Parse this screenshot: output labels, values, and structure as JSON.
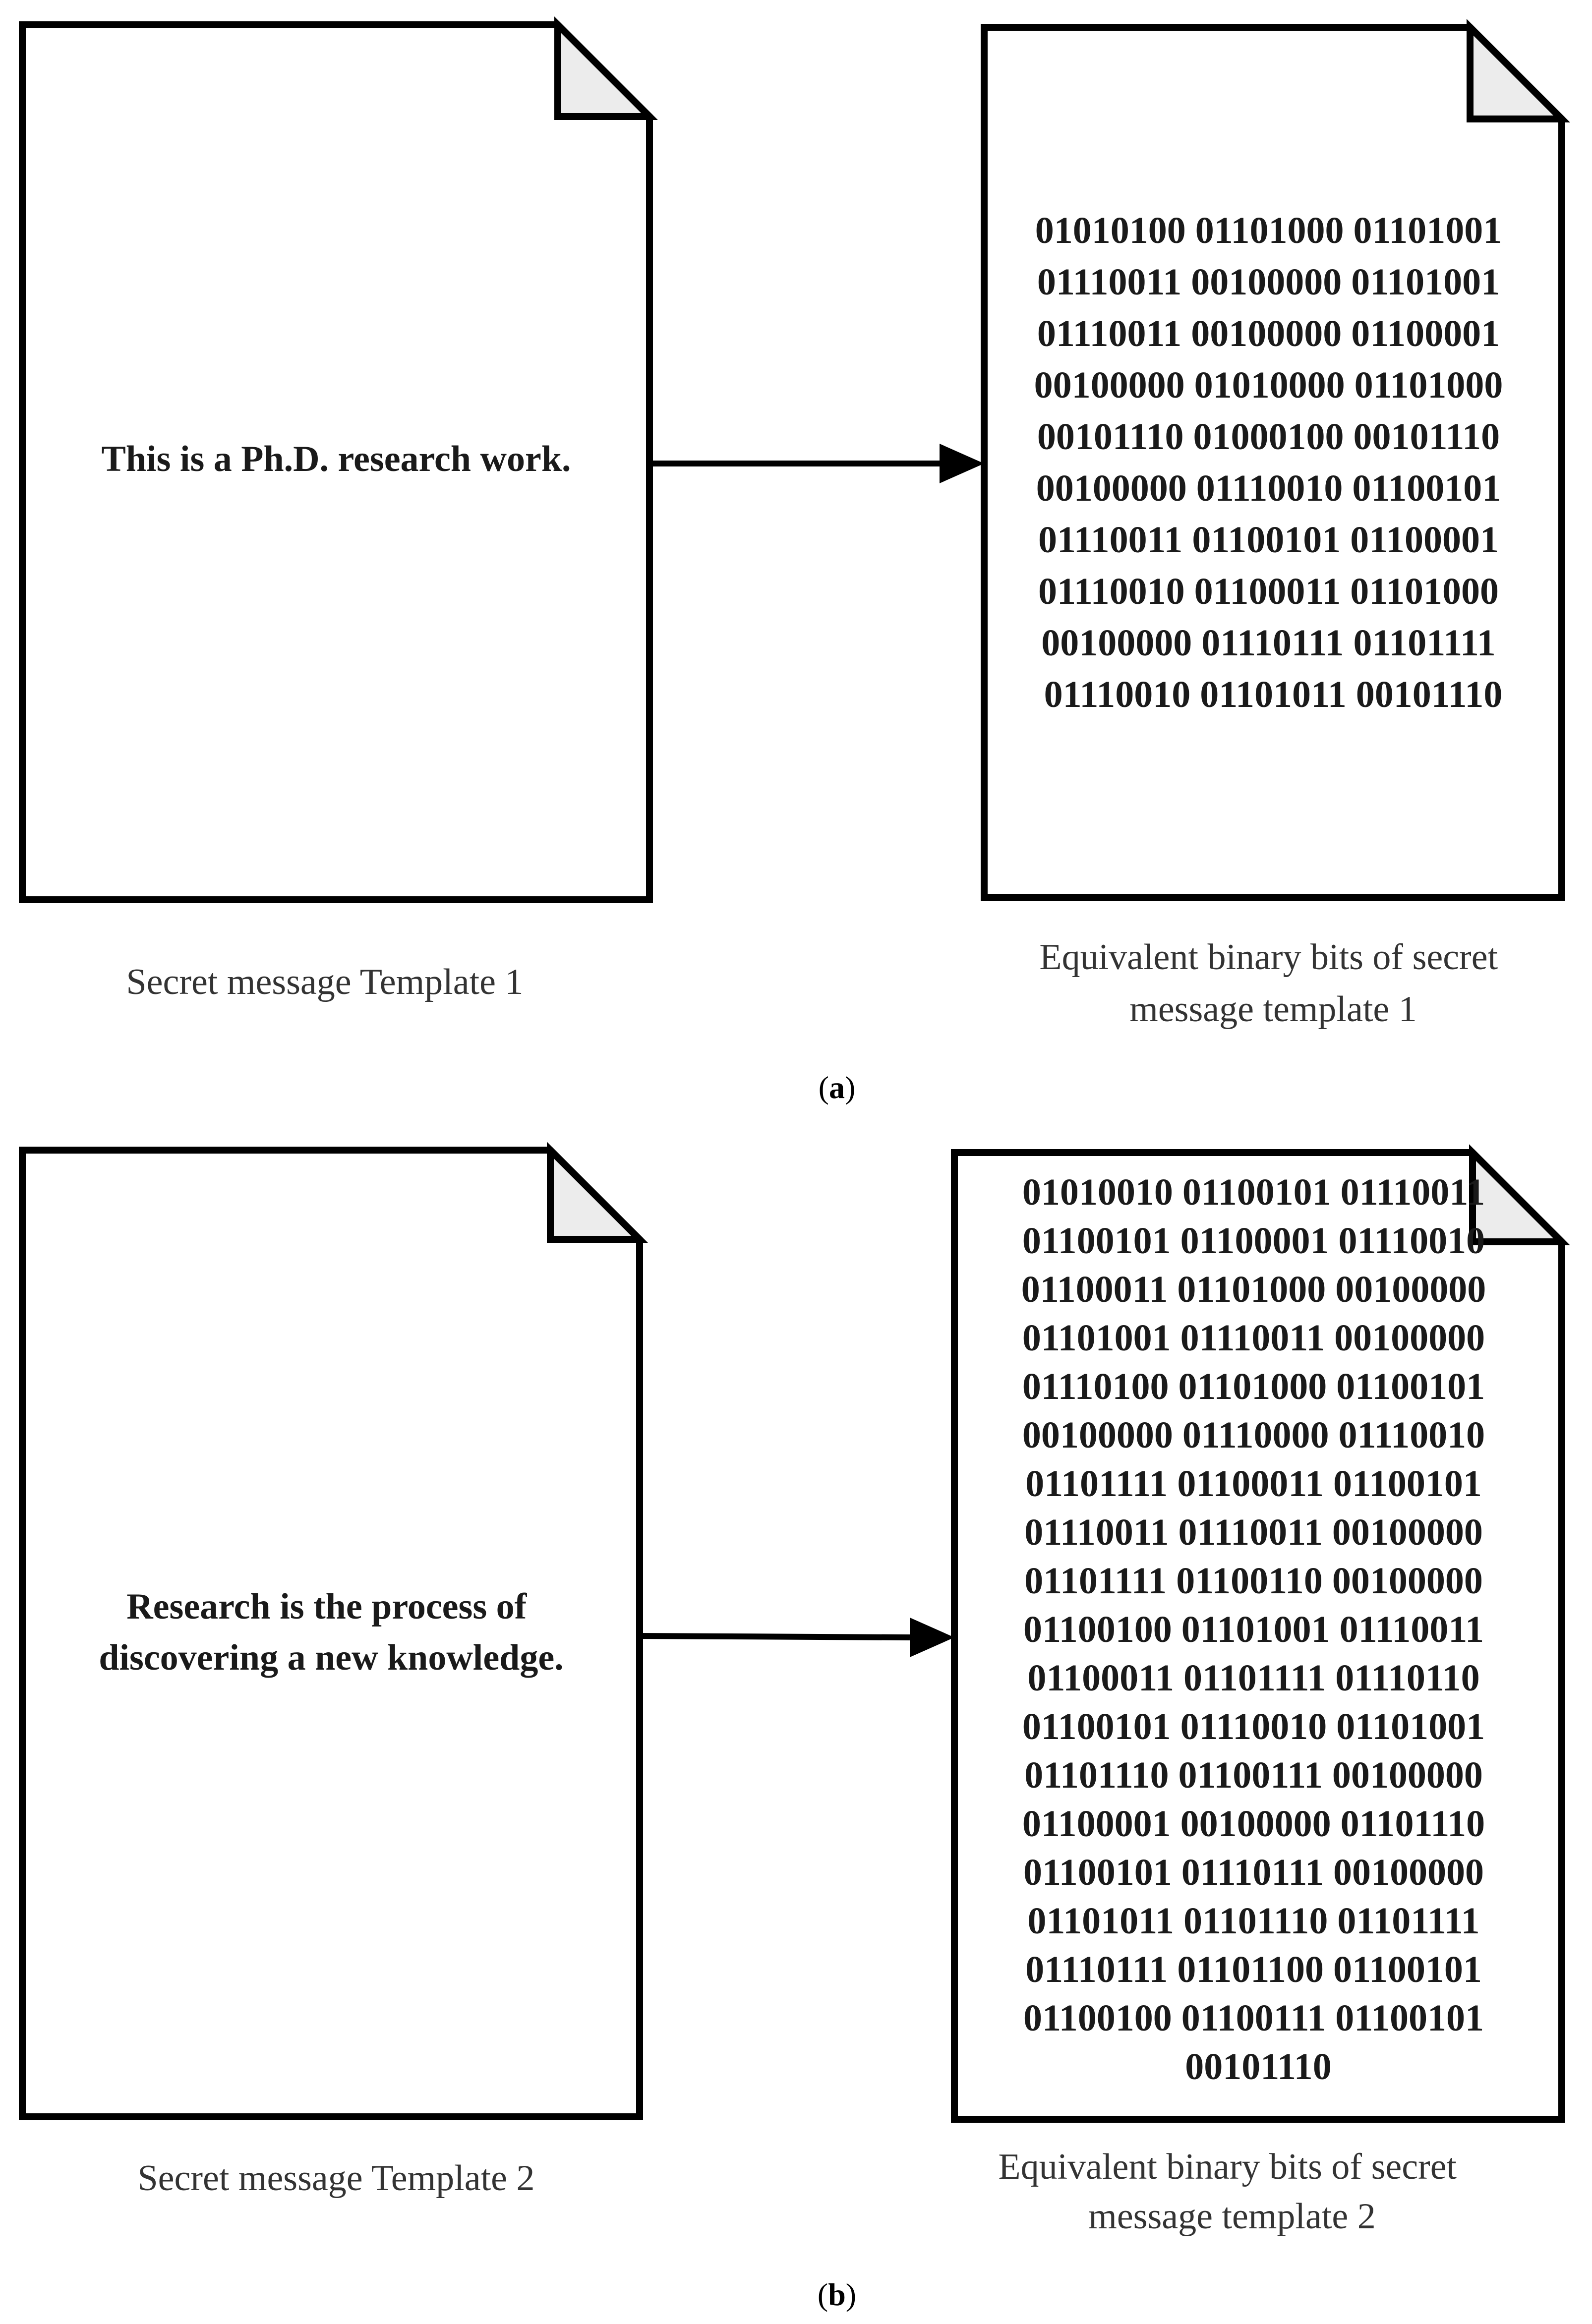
{
  "panel_a": {
    "label_open": "(",
    "label_letter": "a",
    "label_close": ")",
    "message_lines": [
      "This is a Ph.D. research work."
    ],
    "binary_lines": [
      "01010100 01101000 01101001",
      "01110011 00100000 01101001",
      "01110011 00100000 01100001",
      "00100000 01010000 01101000",
      "00101110 01000100 00101110",
      "00100000 01110010 01100101",
      "01110011 01100101 01100001",
      "01110010 01100011 01101000",
      "00100000 01110111 01101111",
      "01110010 01101011 00101110"
    ],
    "caption_left": "Secret message Template 1",
    "caption_right_lines": [
      "Equivalent binary bits of secret",
      "message template 1"
    ]
  },
  "panel_b": {
    "label_open": "(",
    "label_letter": "b",
    "label_close": ")",
    "message_lines": [
      "Research is the process of",
      "discovering a new knowledge."
    ],
    "binary_lines": [
      "01010010 01100101 01110011",
      "01100101 01100001 01110010",
      "01100011 01101000 00100000",
      "01101001 01110011 00100000",
      "01110100 01101000 01100101",
      "00100000 01110000 01110010",
      "01101111 01100011 01100101",
      "01110011 01110011 00100000",
      "01101111 01100110 00100000",
      "01100100 01101001 01110011",
      "01100011 01101111 01110110",
      "01100101 01110010 01101001",
      "01101110 01100111 00100000",
      "01100001 00100000 01101110",
      "01100101 01110111 00100000",
      "01101011 01101110 01101111",
      "01110111 01101100 01100101",
      "01100100 01100111 01100101",
      "00101110"
    ],
    "caption_left": "Secret message Template 2",
    "caption_right_lines": [
      "Equivalent binary bits of secret",
      "message template 2"
    ]
  }
}
